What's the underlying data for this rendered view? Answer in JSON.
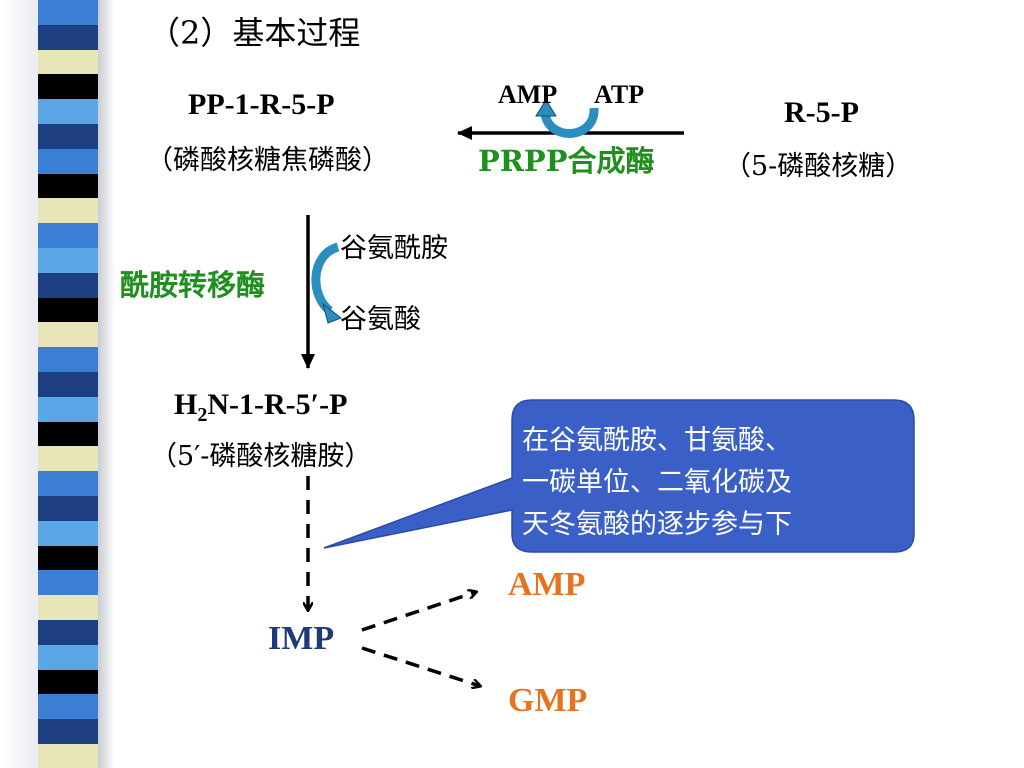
{
  "slide": {
    "title": "（2）基本过程",
    "bar_colors": [
      "#3b7fd4",
      "#1e3f82",
      "#e8e6b8",
      "#000000",
      "#5ba6e6",
      "#1e3f82",
      "#3b7fd4",
      "#000000",
      "#e8e6b8",
      "#3b7fd4",
      "#5ba6e6",
      "#1e3f82",
      "#000000",
      "#e8e6b8",
      "#3b7fd4",
      "#1e3f82",
      "#5ba6e6",
      "#000000",
      "#e8e6b8",
      "#3b7fd4",
      "#1e3f82",
      "#5ba6e6",
      "#000000",
      "#3b7fd4",
      "#e8e6b8",
      "#1e3f82",
      "#5ba6e6",
      "#000000",
      "#3b7fd4",
      "#1e3f82",
      "#e8e6b8"
    ]
  },
  "nodes": {
    "prpp": {
      "formula": "PP-1-R-5-P",
      "name": "（磷酸核糖焦磷酸）"
    },
    "r5p": {
      "formula": "R-5-P",
      "name": "（5-磷酸核糖）"
    },
    "pra": {
      "formula_pre": "H",
      "formula_sub": "2",
      "formula_post": "N-1-R-5′-P",
      "name": "（5′-磷酸核糖胺）"
    },
    "imp": "IMP",
    "amp": "AMP",
    "gmp": "GMP"
  },
  "reaction1": {
    "cofactor_in": "AMP",
    "cofactor_out": "ATP",
    "enzyme": "PRPP合成酶"
  },
  "reaction2": {
    "substrate_in": "谷氨酰胺",
    "product_out": "谷氨酸",
    "enzyme": "酰胺转移酶"
  },
  "callout": {
    "lines": [
      "在谷氨酰胺、甘氨酸、",
      "一碳单位、二氧化碳及",
      "天冬氨酸的逐步参与下"
    ],
    "fill": "#3a60c8"
  },
  "colors": {
    "enzyme": "#1f8f1f",
    "imp": "#1f3a78",
    "products": "#e8731c",
    "curved_arrow": "#2a8fc0"
  }
}
